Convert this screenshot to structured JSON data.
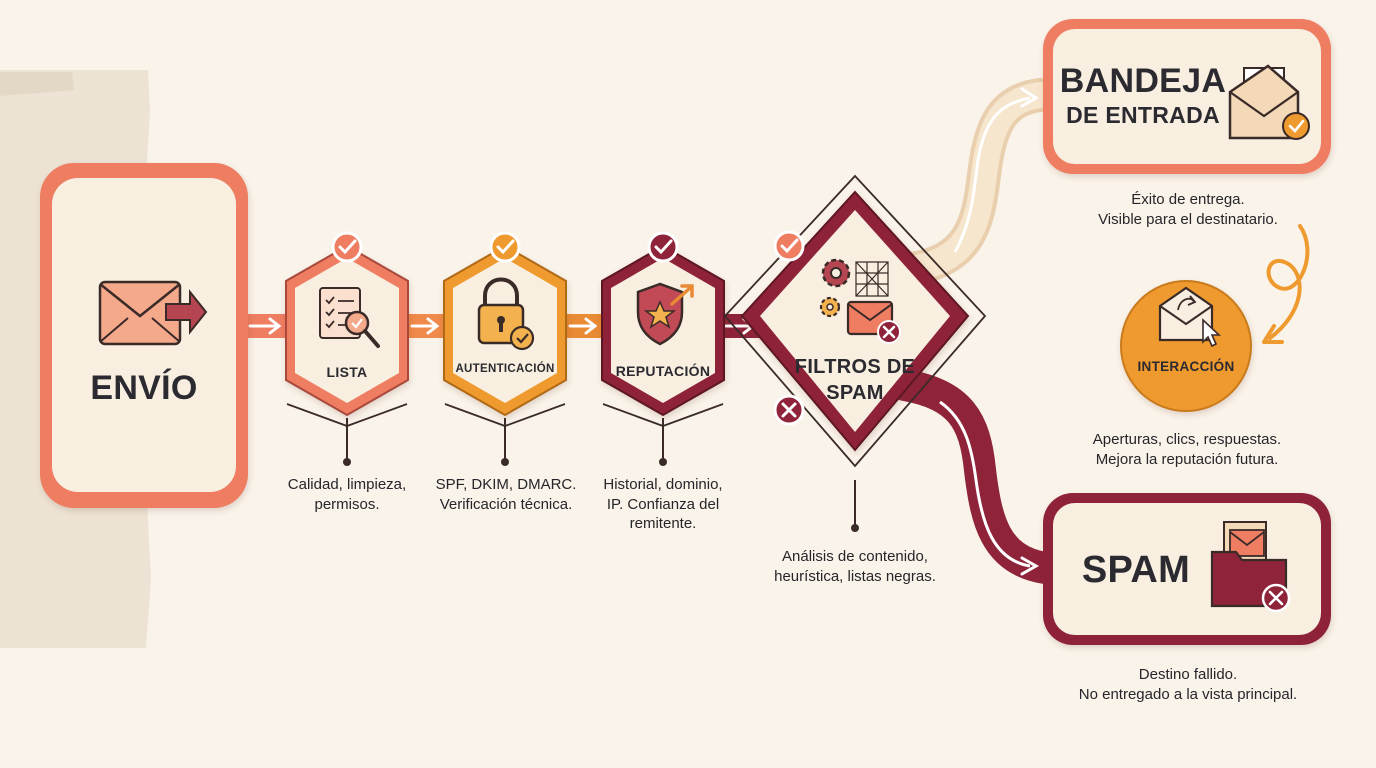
{
  "nodes": {
    "envio": {
      "title": "ENVÍO"
    },
    "lista": {
      "title": "LISTA",
      "caption_1": "Calidad, limpieza,",
      "caption_2": "permisos."
    },
    "autenticacion": {
      "title": "AUTENTICACIÓN",
      "caption_1": "SPF, DKIM, DMARC.",
      "caption_2": "Verificación técnica."
    },
    "reputacion": {
      "title": "REPUTACIÓN",
      "caption_1": "Historial, dominio,",
      "caption_2": "IP. Confianza del",
      "caption_3": "remitente."
    },
    "filtros": {
      "title_1": "FILTROS DE",
      "title_2": "SPAM",
      "caption_1": "Análisis de contenido,",
      "caption_2": "heurística, listas negras."
    },
    "bandeja": {
      "title_1": "BANDEJA",
      "title_2": "DE ENTRADA",
      "caption_1": "Éxito de entrega.",
      "caption_2": "Visible para el destinatario."
    },
    "interaccion": {
      "title": "INTERACCIÓN",
      "caption_1": "Aperturas, clics, respuestas.",
      "caption_2": "Mejora la reputación futura."
    },
    "spam": {
      "title": "SPAM",
      "caption_1": "Destino fallido.",
      "caption_2": "No entregado a la vista principal."
    }
  },
  "icons": [
    "envelope-send-icon",
    "checklist-magnifier-icon",
    "padlock-check-icon",
    "shield-star-icon",
    "gears-envelope-icon",
    "envelope-check-icon",
    "envelope-cursor-icon",
    "spam-folder-icon",
    "check-badge-icon",
    "cross-badge-icon"
  ],
  "colors": {
    "background": "#f9f3ea",
    "coral": "#ee7d62",
    "orange": "#ef9a2e",
    "maroon": "#8e2339",
    "cream": "#f5e4c8",
    "card": "#f8efe0",
    "text": "#2b2a30"
  }
}
